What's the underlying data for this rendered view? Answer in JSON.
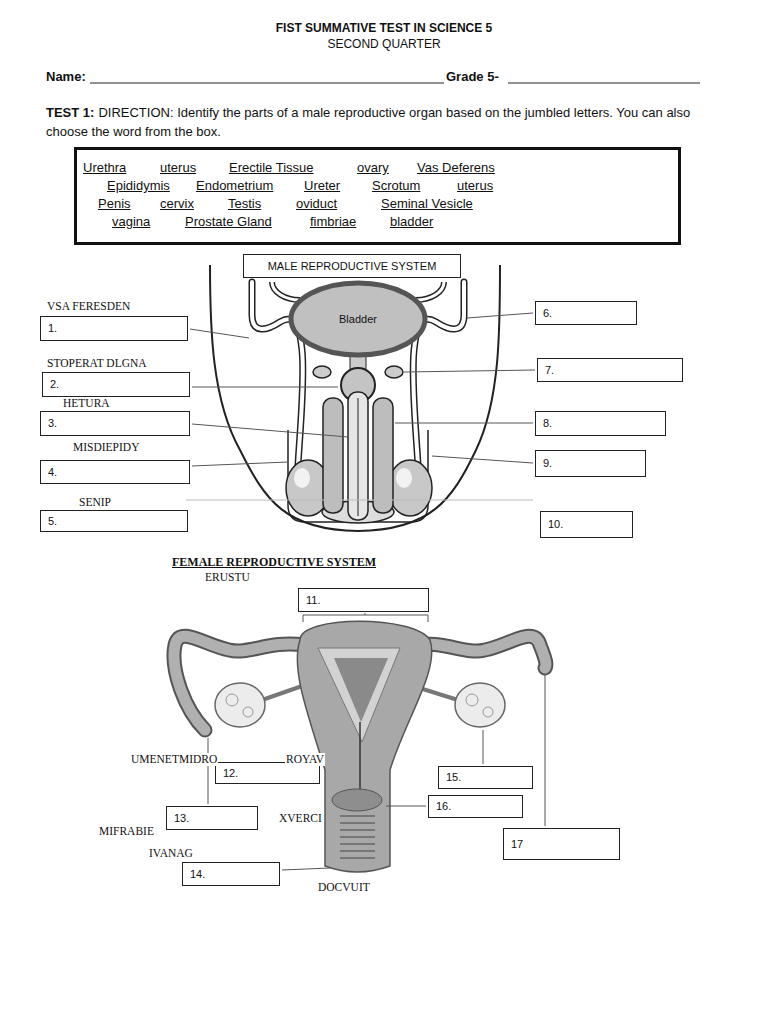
{
  "diagram": {
    "title": "FIST SUMMATIVE TEST IN SCIENCE 5",
    "nodes": [
      {
        "text": [
          "Urethra",
          "uterus",
          "Erectile Tissue",
          "ovary",
          "Vas Deferens",
          "Epididymis",
          "Endometrium",
          "Ureter",
          "Scrotum",
          "uterus",
          "Penis",
          "cervix",
          "Testis",
          "oviduct",
          "Seminal Vesicle",
          "vagina",
          "Prostate Gland",
          "fimbriae",
          "bladder"
        ]
      },
      {
        "text": [
          "MALE REPRODUCTIVE SYSTEM"
        ]
      },
      {
        "text": [
          "Bladder"
        ]
      },
      {
        "text": [
          "1."
        ]
      },
      {
        "text": [
          "2."
        ]
      },
      {
        "text": [
          "3."
        ]
      },
      {
        "text": [
          "4."
        ]
      },
      {
        "text": [
          "5."
        ]
      },
      {
        "text": [
          "6."
        ]
      },
      {
        "text": [
          "7."
        ]
      },
      {
        "text": [
          "8."
        ]
      },
      {
        "text": [
          "9."
        ]
      },
      {
        "text": [
          "10."
        ]
      },
      {
        "text": [
          "11."
        ]
      },
      {
        "text": [
          "12."
        ]
      },
      {
        "text": [
          "13."
        ]
      },
      {
        "text": [
          "14."
        ]
      },
      {
        "text": [
          "15."
        ]
      },
      {
        "text": [
          "16."
        ]
      },
      {
        "text": [
          "17"
        ]
      }
    ],
    "labels": [
      "SECOND QUARTER",
      "Name:",
      "Grade 5-",
      "TEST 1:",
      "DIRECTION: Identify the parts of a male reproductive organ based on the jumbled letters. You can also choose the word from the box.",
      "VSA FERESDEN",
      "STOPERAT DLGNA",
      "HETURA",
      "MISDIEPIDY",
      "SENIP",
      "FEMALE REPRODUCTIVE SYSTEM",
      "ERUSTU",
      "UMENETMIDRO",
      "ROYAV",
      "XVERCI",
      "MIFRABIE",
      "IVANAG",
      "DOCVUIT"
    ]
  }
}
